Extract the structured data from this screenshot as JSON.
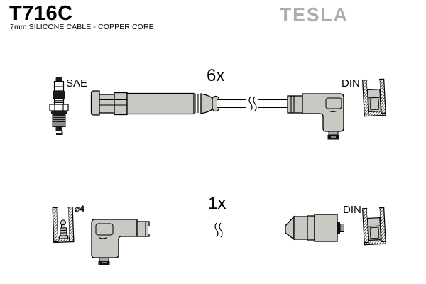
{
  "header": {
    "part_number": "T716C",
    "description": "7mm SILICONE CABLE - COPPER CORE",
    "brand_logo": "TESLA"
  },
  "colors": {
    "component_fill": "#c6cac2",
    "outline": "#000000",
    "brand": "#a9b0ab",
    "background": "#ffffff"
  },
  "assemblies": [
    {
      "id": "spark-plug-leads",
      "quantity_label": "6x",
      "left_connector_label": "SAE",
      "right_connector_label": "DIN",
      "left_icon": "spark-plug-icon",
      "middle_icons": [
        "straight-boot-icon",
        "cable-break-icon",
        "elbow-boot-icon"
      ],
      "right_icon": "din-socket-section-icon"
    },
    {
      "id": "coil-lead",
      "quantity_label": "1x",
      "left_connector_label": "⌀4",
      "right_connector_label": "DIN",
      "left_icon": "terminal-socket-section-icon",
      "middle_icons": [
        "elbow-boot-icon",
        "cable-break-icon",
        "straight-plug-icon"
      ],
      "right_icon": "din-socket-section-icon"
    }
  ]
}
